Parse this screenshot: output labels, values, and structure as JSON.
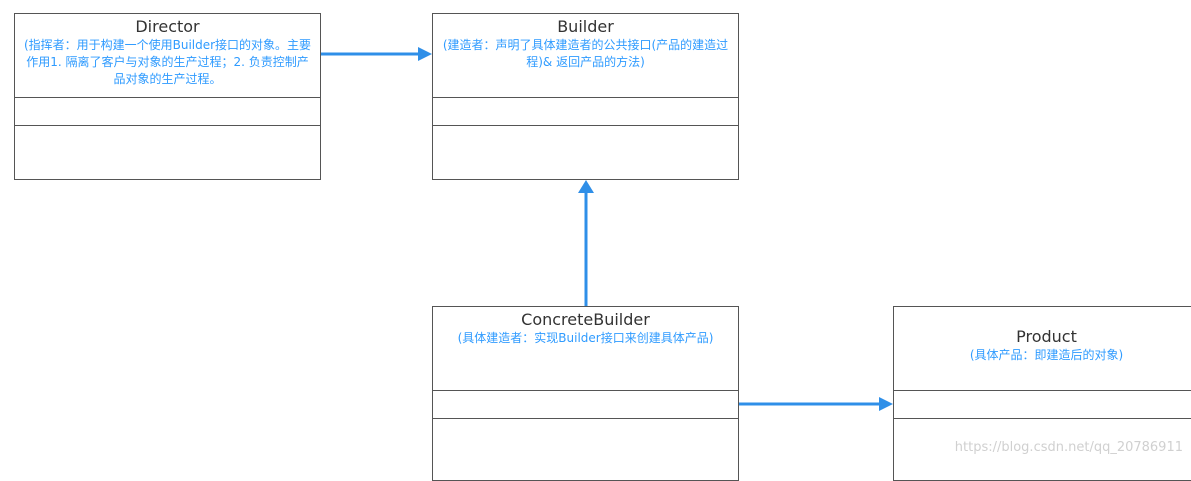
{
  "classes": {
    "director": {
      "name": "Director",
      "description": "(指挥者：用于构建一个使用Builder接口的对象。主要作用1. 隔离了客户与对象的生产过程；2. 负责控制产品对象的生产过程。"
    },
    "builder": {
      "name": "Builder",
      "description": "(建造者：声明了具体建造者的公共接口(产品的建造过程)& 返回产品的方法)"
    },
    "concrete_builder": {
      "name": "ConcreteBuilder",
      "description": "(具体建造者：实现Builder接口来创建具体产品)"
    },
    "product": {
      "name": "Product",
      "description": "(具体产品：即建造后的对象)"
    }
  },
  "watermark": "https://blog.csdn.net/qq_20786911",
  "colors": {
    "arrow": "#2f8fe8",
    "description": "#2f9bff",
    "border": "#555555"
  }
}
